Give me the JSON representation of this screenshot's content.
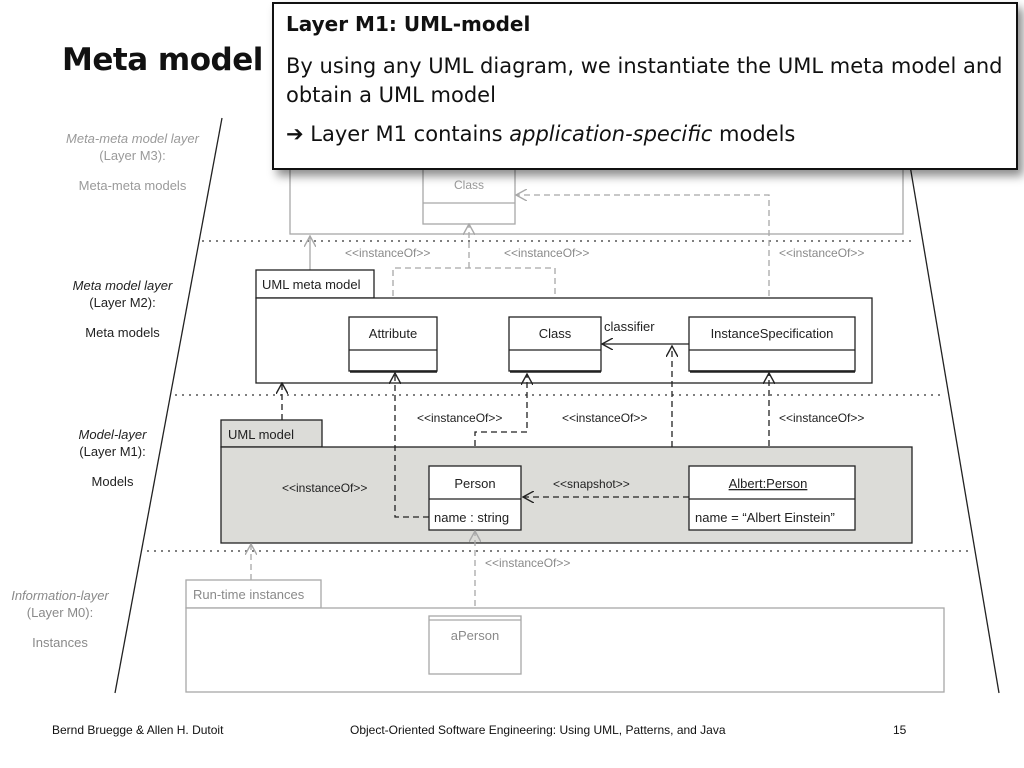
{
  "slide": {
    "title": "Meta model",
    "footer_left": "Bernd Bruegge & Allen H. Dutoit",
    "footer_center": "Object-Oriented Software Engineering: Using UML, Patterns, and Java",
    "footer_right": "15"
  },
  "callout": {
    "title": "Layer M1: UML-model",
    "body": "By using any UML diagram, we instantiate the UML meta model and obtain a UML model",
    "point_arrow": "➔",
    "point_prefix": "Layer M1 contains ",
    "point_emphasis": "application-specific",
    "point_suffix": " models"
  },
  "layers": {
    "m3": {
      "name": "Meta-meta model layer",
      "level": "(Layer M3):",
      "kind": "Meta-meta models"
    },
    "m2": {
      "name": "Meta model layer",
      "level": "(Layer M2):",
      "kind": "Meta models"
    },
    "m1": {
      "name": "Model-layer",
      "level": "(Layer M1):",
      "kind": "Models"
    },
    "m0": {
      "name": "Information-layer",
      "level": "(Layer M0):",
      "kind": "Instances"
    }
  },
  "diagram": {
    "m3_class": "Class",
    "uml_meta_model_tab": "UML meta model",
    "meta_attribute": "Attribute",
    "meta_class": "Class",
    "meta_instance_spec": "InstanceSpecification",
    "classifier_label": "classifier",
    "uml_model_tab": "UML model",
    "person_name": "Person",
    "person_attr": "name : string",
    "albert_name": "Albert:Person",
    "albert_attr": "name = “Albert Einstein”",
    "snapshot_label": "<<snapshot>>",
    "runtime_tab": "Run-time instances",
    "aperson": "aPerson",
    "instance_of": "<<instanceOf>>"
  },
  "colors": {
    "m1_fill": "#dcdcd8",
    "faded_line": "#a8a8a8",
    "line": "#222222"
  }
}
